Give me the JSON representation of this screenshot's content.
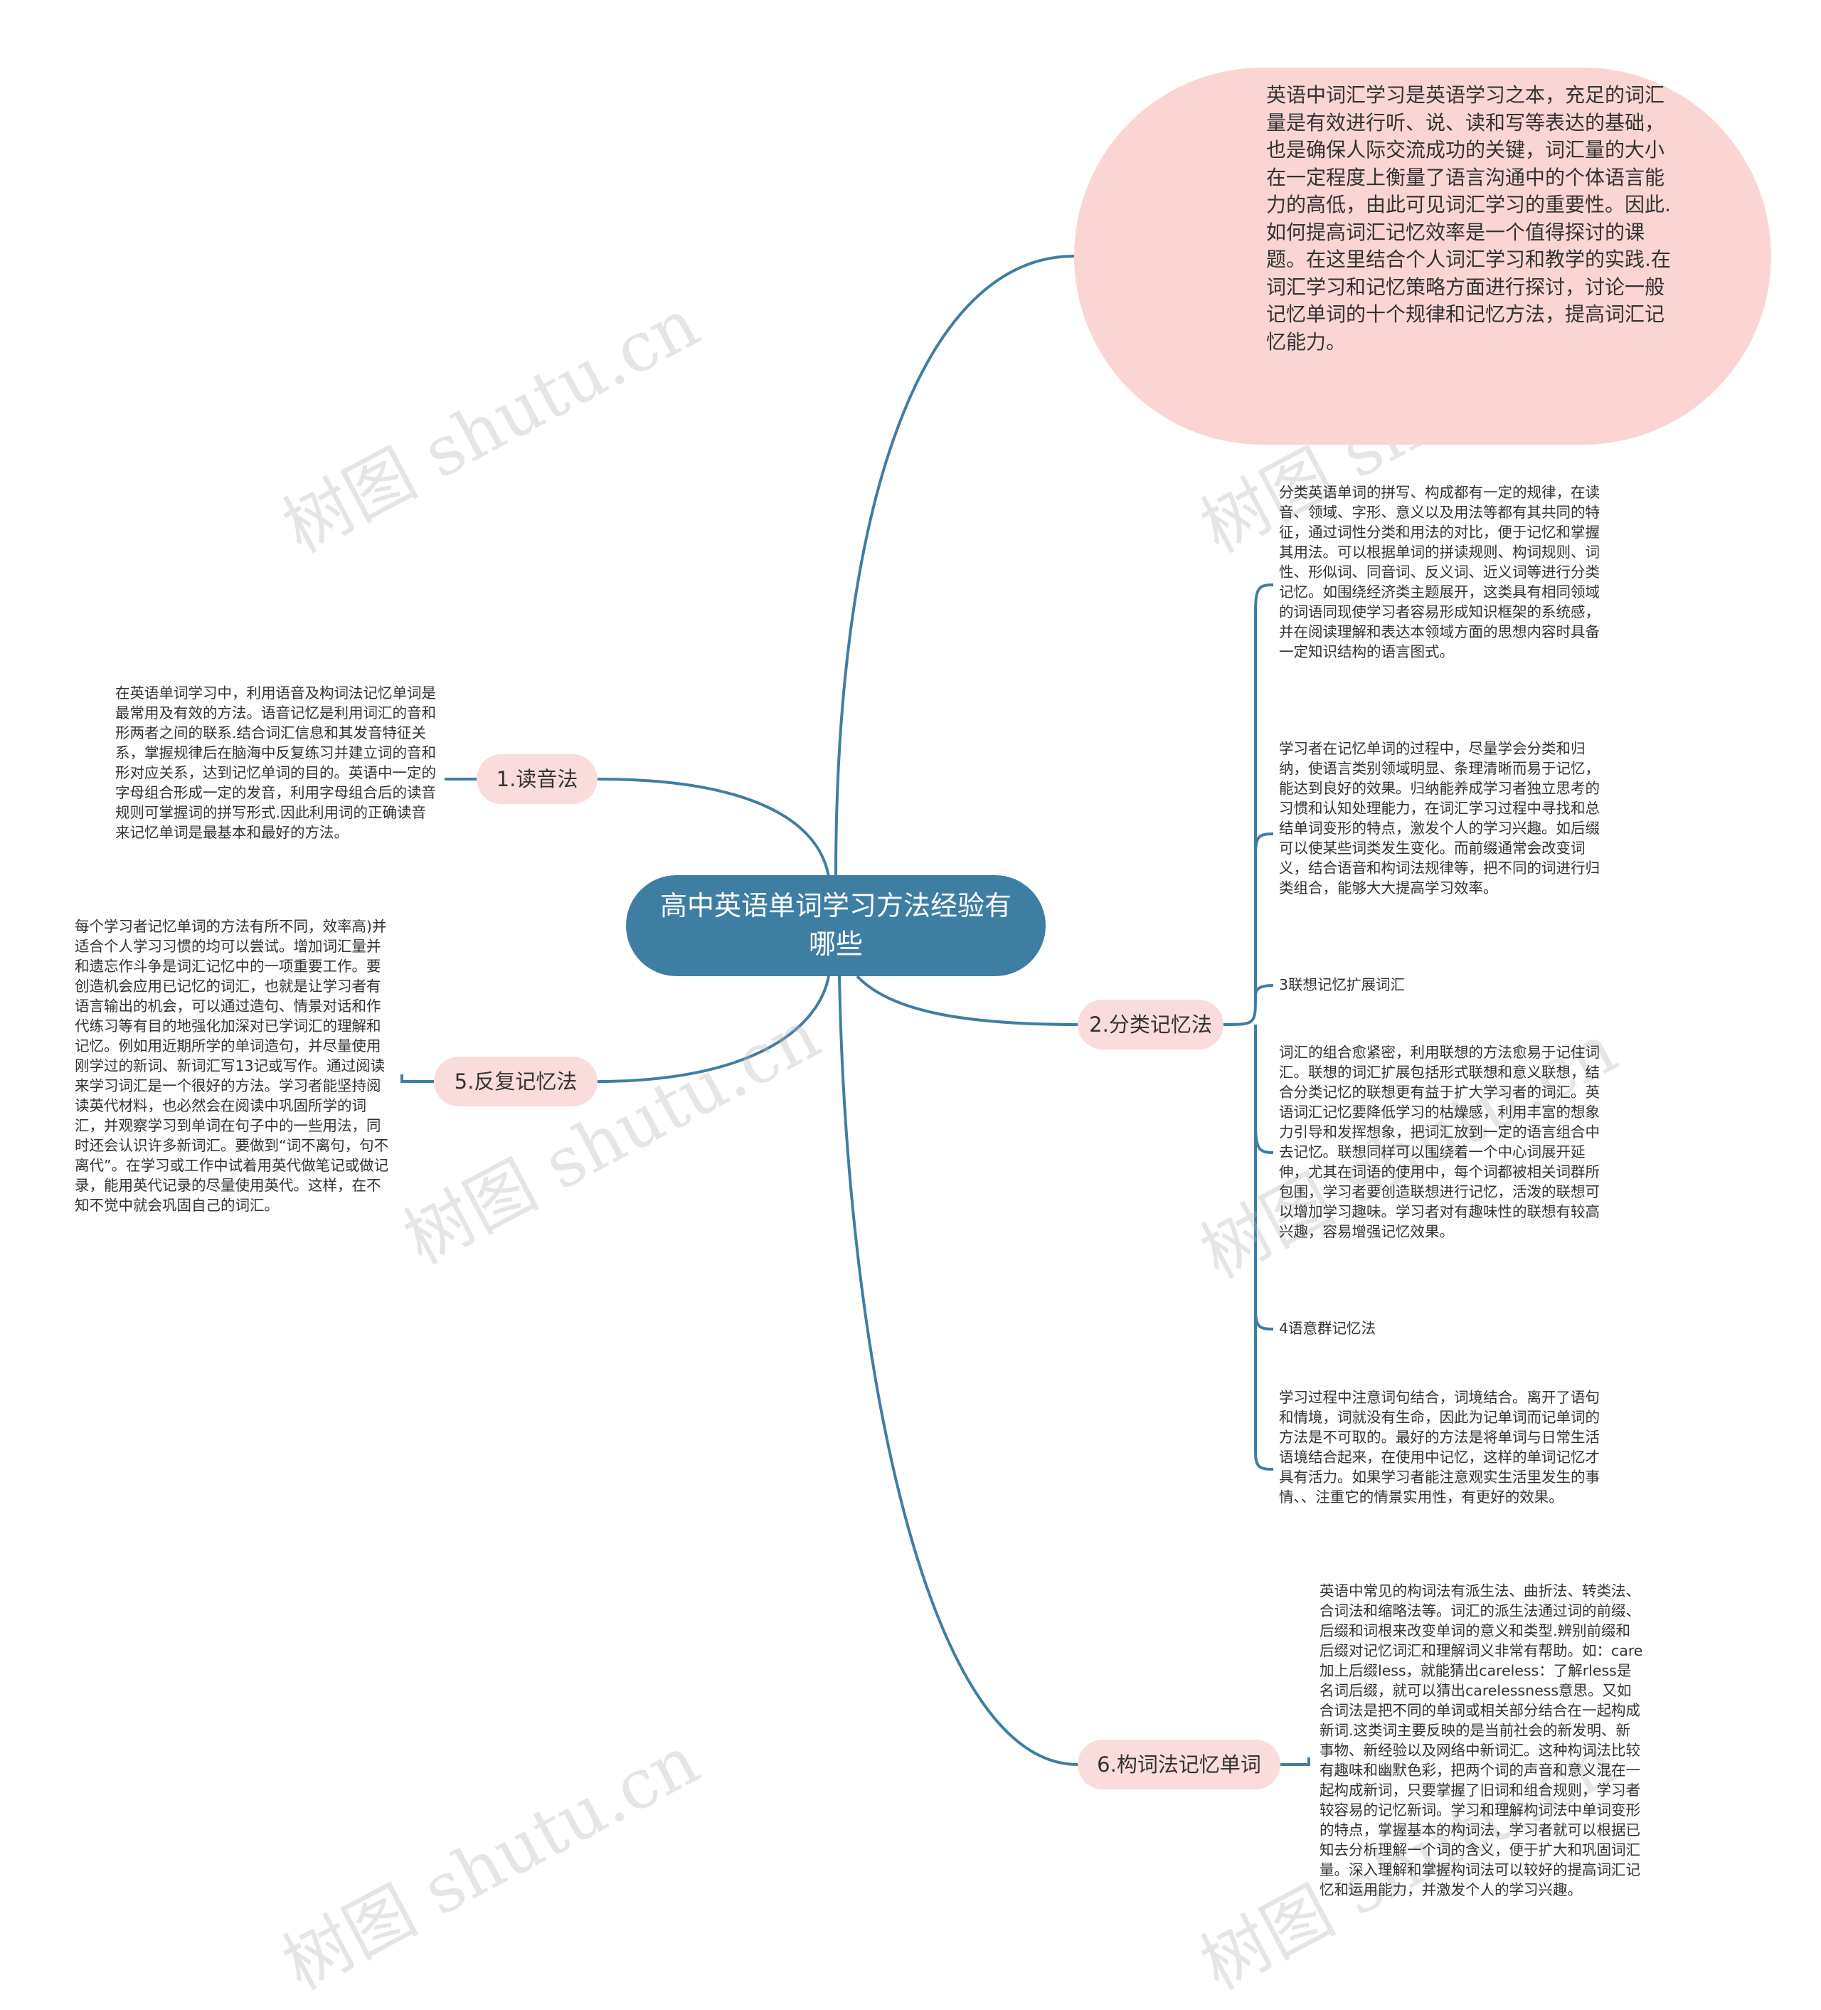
{
  "root": {
    "title": "高中英语单词学习方法经验有哪些"
  },
  "intro": {
    "text": "英语中词汇学习是英语学习之本，充足的词汇量是有效进行听、说、读和写等表达的基础，也是确保人际交流成功的关键，词汇量的大小在一定程度上衡量了语言沟通中的个体语言能力的高低，由此可见词汇学习的重要性。因此.如何提高词汇记忆效率是一个值得探讨的课题。在这里结合个人词汇学习和教学的实践.在词汇学习和记忆策略方面进行探讨，讨论一般记忆单词的十个规律和记忆方法，提高词汇记忆能力。"
  },
  "branches": {
    "b1": {
      "label": "1.读音法",
      "leaf": "在英语单词学习中，利用语音及构词法记忆单词是最常用及有效的方法。语音记忆是利用词汇的音和形两者之间的联系.结合词汇信息和其发音特征关系，掌握规律后在脑海中反复练习并建立词的音和形对应关系，达到记忆单词的目的。英语中一定的字母组合形成一定的发音，利用字母组合后的读音规则可掌握词的拼写形式.因此利用词的正确读音来记忆单词是最基本和最好的方法。"
    },
    "b5": {
      "label": "5.反复记忆法",
      "leaf": "每个学习者记忆单词的方法有所不同，效率高)并适合个人学习习惯的均可以尝试。增加词汇量并和遗忘作斗争是词汇记忆中的一项重要工作。要创造机会应用已记忆的词汇，也就是让学习者有语言输出的机会，可以通过造句、情景对话和作代练习等有目的地强化加深对已学词汇的理解和记忆。例如用近期所学的单词造句，并尽量使用刚学过的新词、新词汇写13记或写作。通过阅读来学习词汇是一个很好的方法。学习者能坚持阅读英代材料，也必然会在阅读中巩固所学的词汇，并观察学习到单词在句子中的一些用法，同时还会认识许多新词汇。要做到“词不离句，句不离代”。在学习或工作中试着用英代做笔记或做记录，能用英代记录的尽量使用英代。这样，在不知不觉中就会巩固自己的词汇。"
    },
    "b2": {
      "label": "2.分类记忆法",
      "leaves": [
        "分类英语单词的拼写、构成都有一定的规律，在读音、领域、字形、意义以及用法等都有其共同的特征，通过词性分类和用法的对比，便于记忆和掌握其用法。可以根据单词的拼读规则、构词规则、词性、形似词、同音词、反义词、近义词等进行分类记忆。如围绕经济类主题展开，这类具有相同领域的词语同现使学习者容易形成知识框架的系统感，并在阅读理解和表达本领域方面的思想内容时具备一定知识结构的语言图式。",
        "学习者在记忆单词的过程中，尽量学会分类和归纳，使语言类别领域明显、条理清晰而易于记忆，能达到良好的效果。归纳能养成学习者独立思考的习惯和认知处理能力，在词汇学习过程中寻找和总结单词变形的特点，激发个人的学习兴趣。如后缀可以使某些词类发生变化。而前缀通常会改变词义，结合语音和构词法规律等，把不同的词进行归类组合，能够大大提高学习效率。",
        "3联想记忆扩展词汇",
        "词汇的组合愈紧密，利用联想的方法愈易于记住词汇。联想的词汇扩展包括形式联想和意义联想，结合分类记忆的联想更有益于扩大学习者的词汇。英语词汇记忆要降低学习的枯燥感，利用丰富的想象力引导和发挥想象，把词汇放到一定的语言组合中去记忆。联想同样可以围绕着一个中心词展开延伸，尤其在词语的使用中，每个词都被相关词群所包围，学习者要创造联想进行记忆，活泼的联想可以增加学习趣味。学习者对有趣味性的联想有较高兴趣，容易增强记忆效果。",
        "4语意群记忆法",
        "学习过程中注意词句结合，词境结合。离开了语句和情境，词就没有生命，因此为记单词而记单词的方法是不可取的。最好的方法是将单词与日常生活语境结合起来，在使用中记忆，这样的单词记忆才具有活力。如果学习者能注意观实生活里发生的事情、、注重它的情景实用性，有更好的效果。"
      ]
    },
    "b6": {
      "label": "6.构词法记忆单词",
      "leaf": "英语中常见的构词法有派生法、曲折法、转类法、合词法和缩略法等。词汇的派生法通过词的前缀、后缀和词根来改变单词的意义和类型.辨别前缀和后缀对记忆词汇和理解词义非常有帮助。如：care加上后缀less，就能猜出careless：了解rless是名词后缀，就可以猜出carelessness意思。又如合词法是把不同的单词或相关部分结合在一起构成新词.这类词主要反映的是当前社会的新发明、新事物、新经验以及网络中新词汇。这种构词法比较有趣味和幽默色彩，把两个词的声音和意义混在一起构成新词，只要掌握了旧词和组合规则，学习者较容易的记忆新词。学习和理解构词法中单词变形的特点，掌握基本的构词法，学习者就可以根据已知去分析理解一个词的含义，便于扩大和巩固词汇量。深入理解和掌握构词法可以较好的提高词汇记忆和运用能力，并激发个人的学习兴趣。"
    }
  },
  "watermark": "树图 shutu.cn",
  "colors": {
    "line": "#3f7ea3",
    "root_bg": "#3f7ea3",
    "branch_bg": "#fbdcdc",
    "intro_bg": "#fbd4d4"
  }
}
